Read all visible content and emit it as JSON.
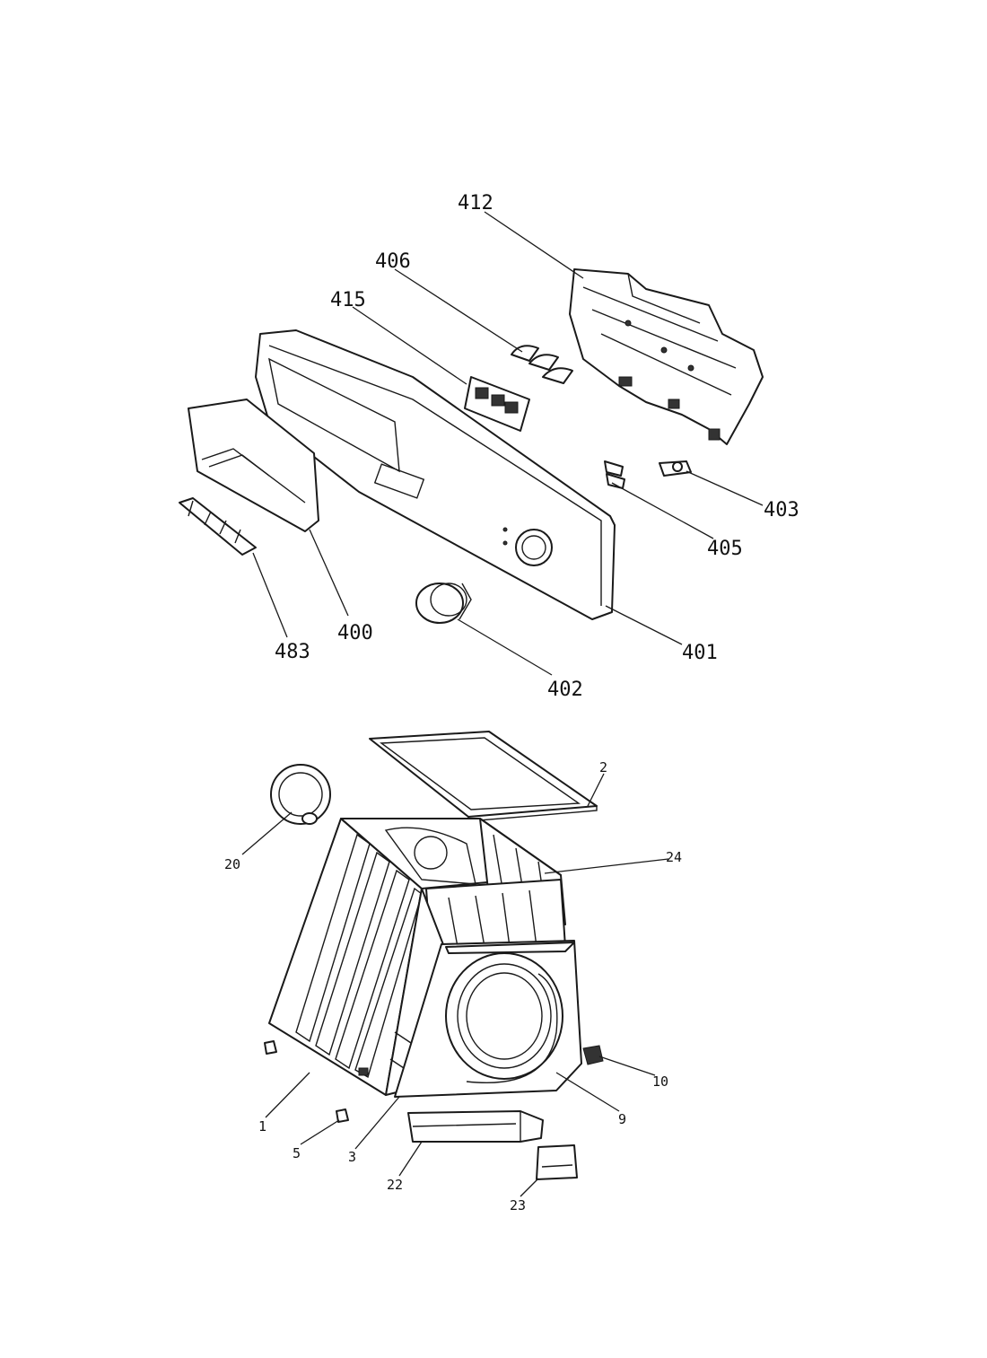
{
  "callouts": {
    "p412": "412",
    "p406": "406",
    "p415": "415",
    "p403": "403",
    "p405": "405",
    "p400": "400",
    "p483": "483",
    "p401": "401",
    "p402": "402",
    "p2": "2",
    "p20": "20",
    "p24": "24",
    "p10": "10",
    "p9": "9",
    "p1": "1",
    "p5": "5",
    "p3": "3",
    "p22": "22",
    "p23": "23"
  }
}
